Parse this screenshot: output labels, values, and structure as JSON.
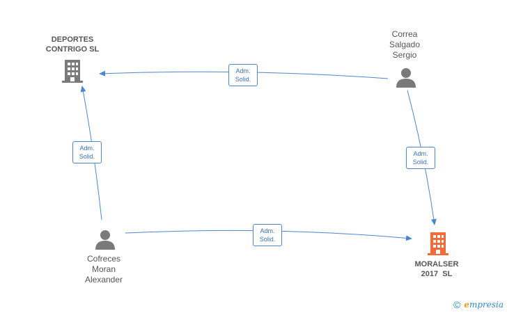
{
  "nodes": {
    "deportes": {
      "name_line1": "DEPORTES",
      "name_line2": "CONTRIGO SL",
      "type": "company",
      "icon": "building-icon",
      "color": "#7a7a7a"
    },
    "correa": {
      "name_line1": "Correa",
      "name_line2": "Salgado",
      "name_line3": "Sergio",
      "type": "person",
      "icon": "person-icon",
      "color": "#7a7a7a"
    },
    "cofreces": {
      "name_line1": "Cofreces",
      "name_line2": "Moran",
      "name_line3": "Alexander",
      "type": "person",
      "icon": "person-icon",
      "color": "#7a7a7a"
    },
    "moralser": {
      "name_line1": "MORALSER",
      "name_line2": "2017  SL",
      "type": "company",
      "icon": "building-icon",
      "color": "#f26b3a"
    }
  },
  "edges": [
    {
      "from": "correa",
      "to": "deportes",
      "line1": "Adm.",
      "line2": "Solid."
    },
    {
      "from": "cofreces",
      "to": "deportes",
      "line1": "Adm.",
      "line2": "Solid."
    },
    {
      "from": "correa",
      "to": "moralser",
      "line1": "Adm.",
      "line2": "Solid."
    },
    {
      "from": "cofreces",
      "to": "moralser",
      "line1": "Adm.",
      "line2": "Solid."
    }
  ],
  "colors": {
    "edge": "#4a86d1",
    "icon_gray": "#7a7a7a",
    "icon_highlight": "#f26b3a"
  },
  "footer": {
    "copyright": "©",
    "brand_e": "e",
    "brand_rest": "mpresia"
  }
}
